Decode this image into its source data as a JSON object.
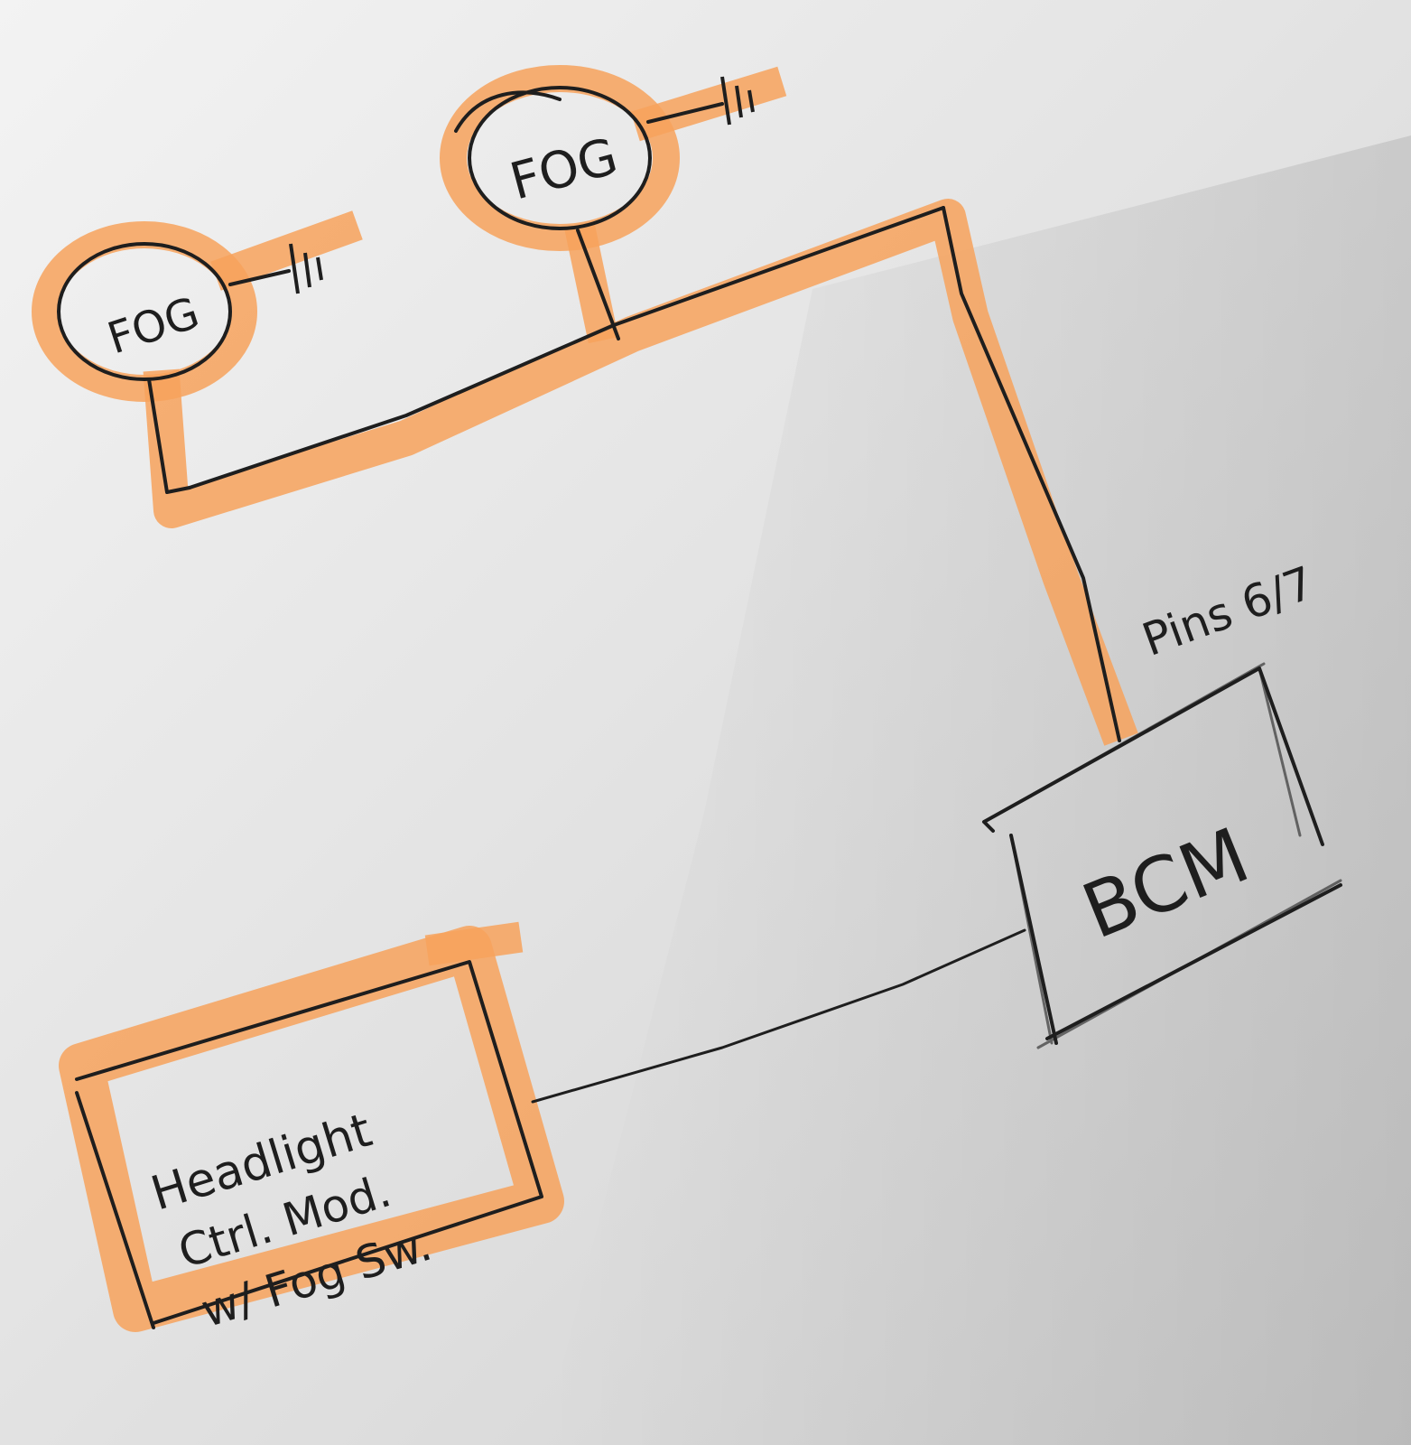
{
  "colors": {
    "paper_light": "#f1f1f1",
    "paper_shadow": "#c9c9c9",
    "highlighter": "#f7a25c",
    "ink": "#1e1e1e"
  },
  "fog_lamp_left": {
    "label": "FOG"
  },
  "fog_lamp_right": {
    "label": "FOG"
  },
  "bcm": {
    "label": "BCM",
    "pins_label": "Pins 6/7"
  },
  "headlight_module": {
    "lines": [
      "Headlight",
      "Ctrl. Mod.",
      "w/ Fog Sw."
    ]
  },
  "icons": [
    "ground-symbol-icon",
    "ground-symbol-icon"
  ]
}
